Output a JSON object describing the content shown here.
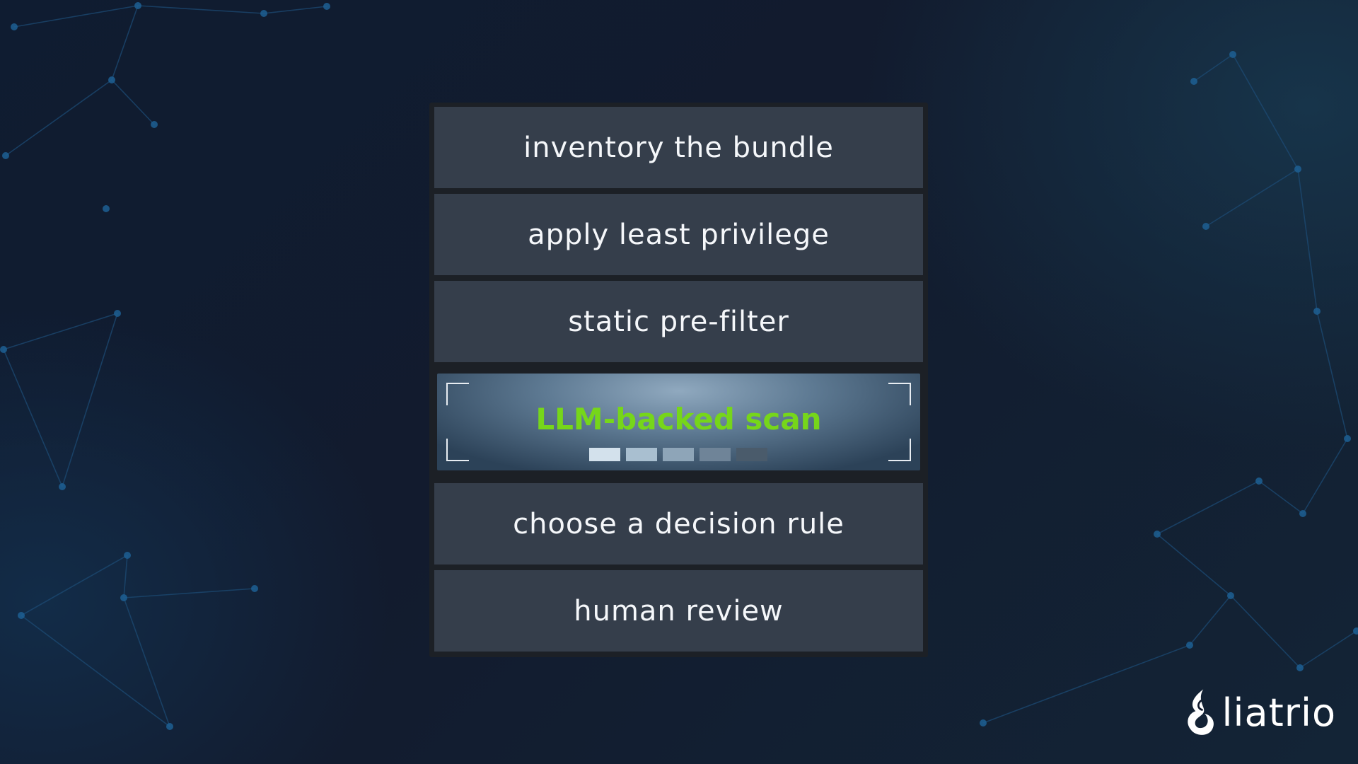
{
  "steps": [
    {
      "label": "inventory the bundle"
    },
    {
      "label": "apply least privilege"
    },
    {
      "label": "static pre-filter"
    },
    {
      "label": "LLM-backed scan",
      "active": true
    },
    {
      "label": "choose a decision rule"
    },
    {
      "label": "human review"
    }
  ],
  "active_step": {
    "label": "LLM-backed scan",
    "label_color": "#76d61a",
    "progress_segments": 5,
    "progress_segment_colors": [
      "#d3e1ec",
      "#a9bfd0",
      "#8ea5b8",
      "#6f8498",
      "#4a5b6b"
    ]
  },
  "logo": {
    "text": "liatrio",
    "icon": "liatrio-flame-icon"
  },
  "colors": {
    "background": "#121b2e",
    "step_fill": "#353e4b",
    "stack_frame": "#1c2026",
    "network_line": "#1c4a73",
    "network_node": "#1d5f93"
  }
}
